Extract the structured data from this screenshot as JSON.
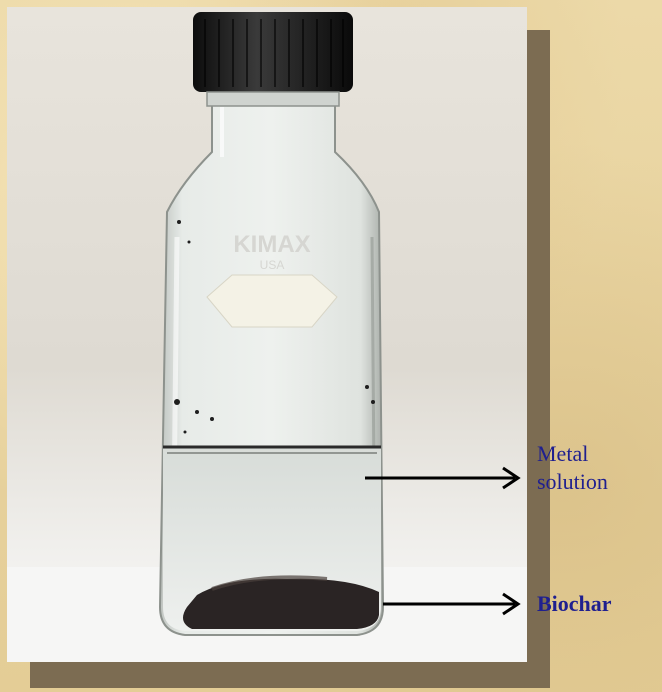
{
  "photo": {
    "subject": "glass bottle with metal solution and biochar"
  },
  "bottle": {
    "brand_line1": "KIMAX",
    "brand_line2": "USA"
  },
  "labels": {
    "metal_solution_line1": "Metal",
    "metal_solution_line2": "solution",
    "biochar": "Biochar"
  },
  "colors": {
    "background": "#e9d6a3",
    "label_text": "#1f1f8f",
    "arrow": "#000000",
    "cap": "#1c1c1c",
    "biochar": "#2a2424"
  }
}
